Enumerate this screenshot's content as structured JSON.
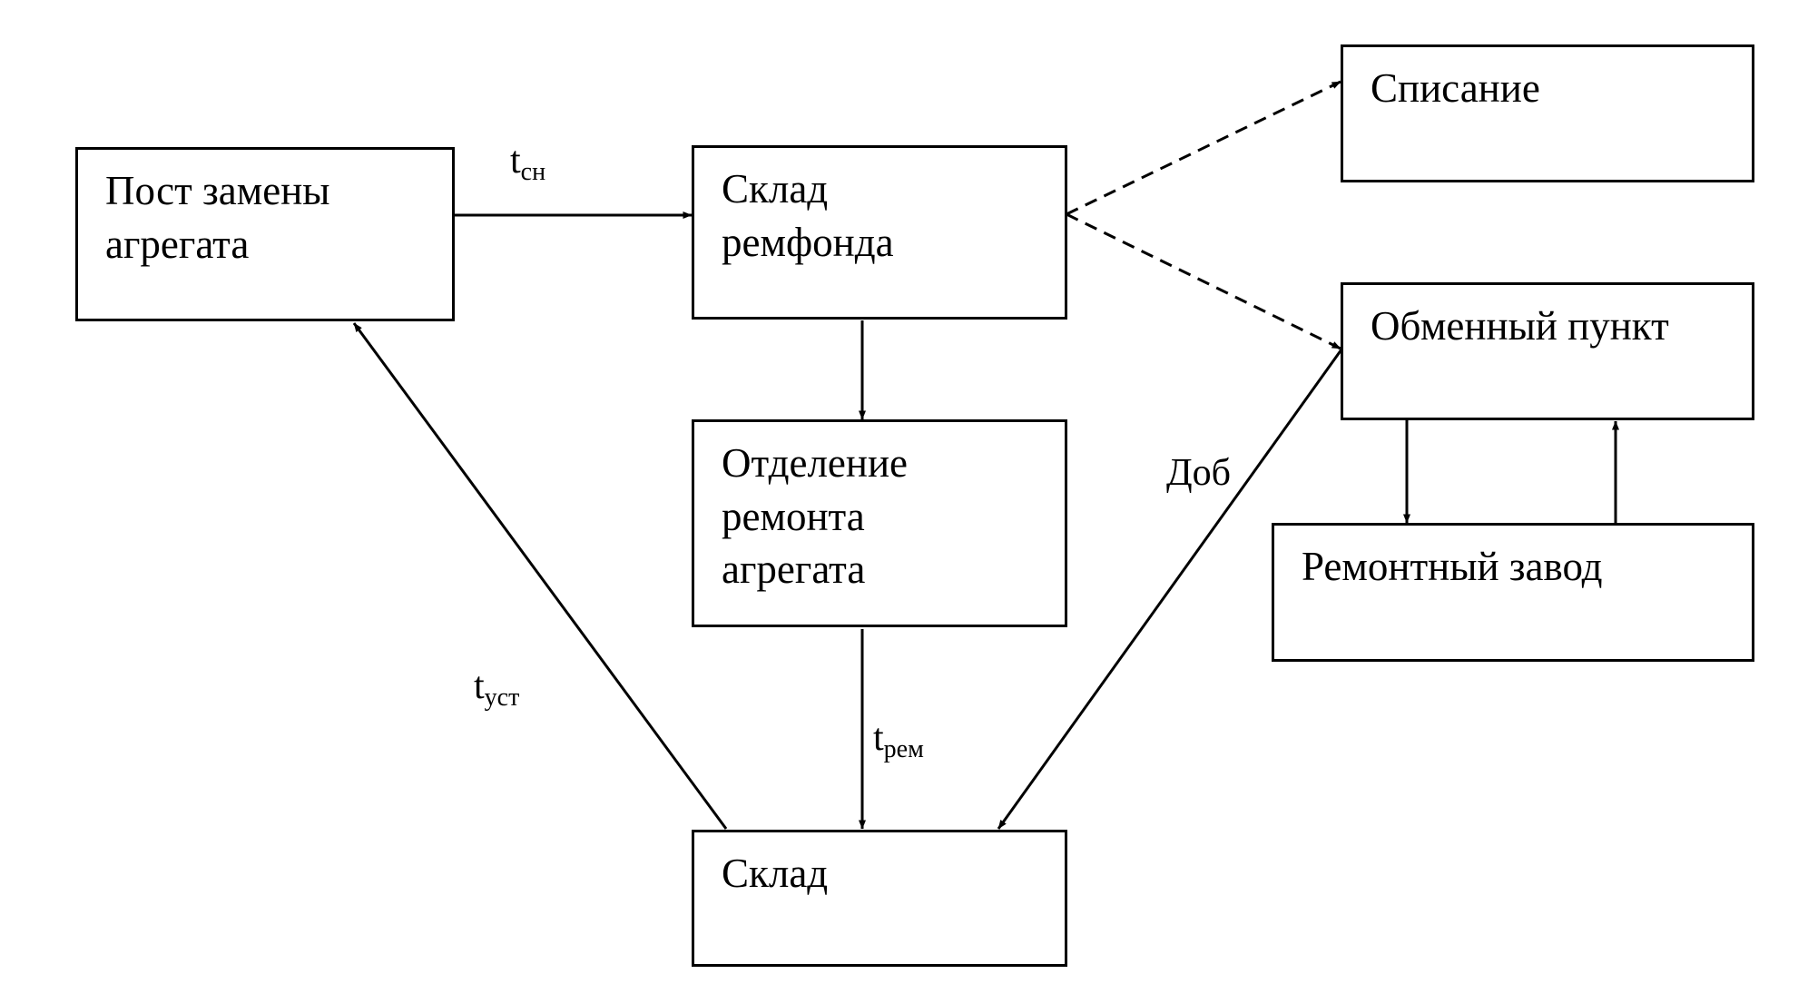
{
  "nodes": {
    "post_zameny": "Пост замены\nагрегата",
    "sklad_remfonda": "Склад\nремфонда",
    "otdelenie_remonta": "Отделение\nремонта\nагрегата",
    "sklad": "Склад",
    "spisanie": "Списание",
    "obmenny_punkt": "Обменный пункт",
    "remontny_zavod": "Ремонтный завод"
  },
  "edge_labels": {
    "t_sn": {
      "main": "t",
      "sub": "сн"
    },
    "t_rem": {
      "main": "t",
      "sub": "рем"
    },
    "t_ust": {
      "main": "t",
      "sub": "уст"
    },
    "dob": "Доб"
  },
  "style": {
    "stroke_color": "#000000",
    "background": "#ffffff"
  }
}
